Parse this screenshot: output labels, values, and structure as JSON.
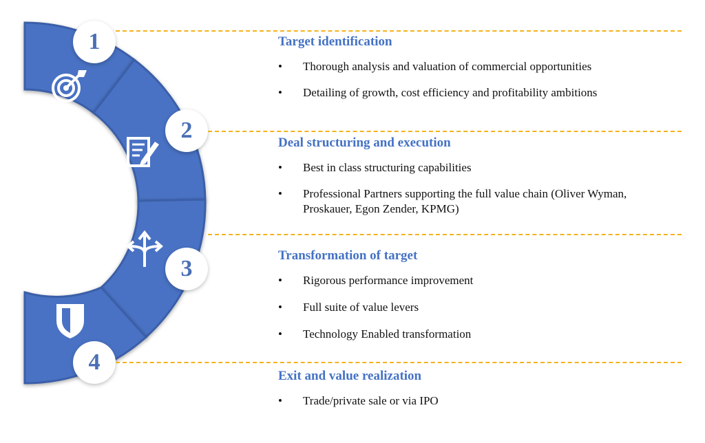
{
  "steps": [
    {
      "number": "1",
      "icon": "target-icon",
      "title": "Target identification",
      "bullets": [
        "Thorough analysis and valuation of commercial opportunities",
        "Detailing of growth, cost efficiency and profitability ambitions"
      ]
    },
    {
      "number": "2",
      "icon": "document-edit-icon",
      "title": "Deal structuring and execution",
      "bullets": [
        "Best in class structuring capabilities",
        "Professional Partners supporting the full value chain (Oliver Wyman, Proskauer, Egon Zender, KPMG)"
      ]
    },
    {
      "number": "3",
      "icon": "split-arrows-icon",
      "title": "Transformation of target",
      "bullets": [
        "Rigorous performance improvement",
        "Full suite of value levers",
        "Technology Enabled transformation"
      ]
    },
    {
      "number": "4",
      "icon": "shield-icon",
      "title": "Exit and value realization",
      "bullets": [
        "Trade/private sale or via IPO"
      ]
    }
  ],
  "colors": {
    "arc_blue": "#4a72c4",
    "arc_dark": "#3b5fa8",
    "title_blue": "#4472c4",
    "dash_yellow": "#f3b21a",
    "bullet_symbol": "•"
  }
}
